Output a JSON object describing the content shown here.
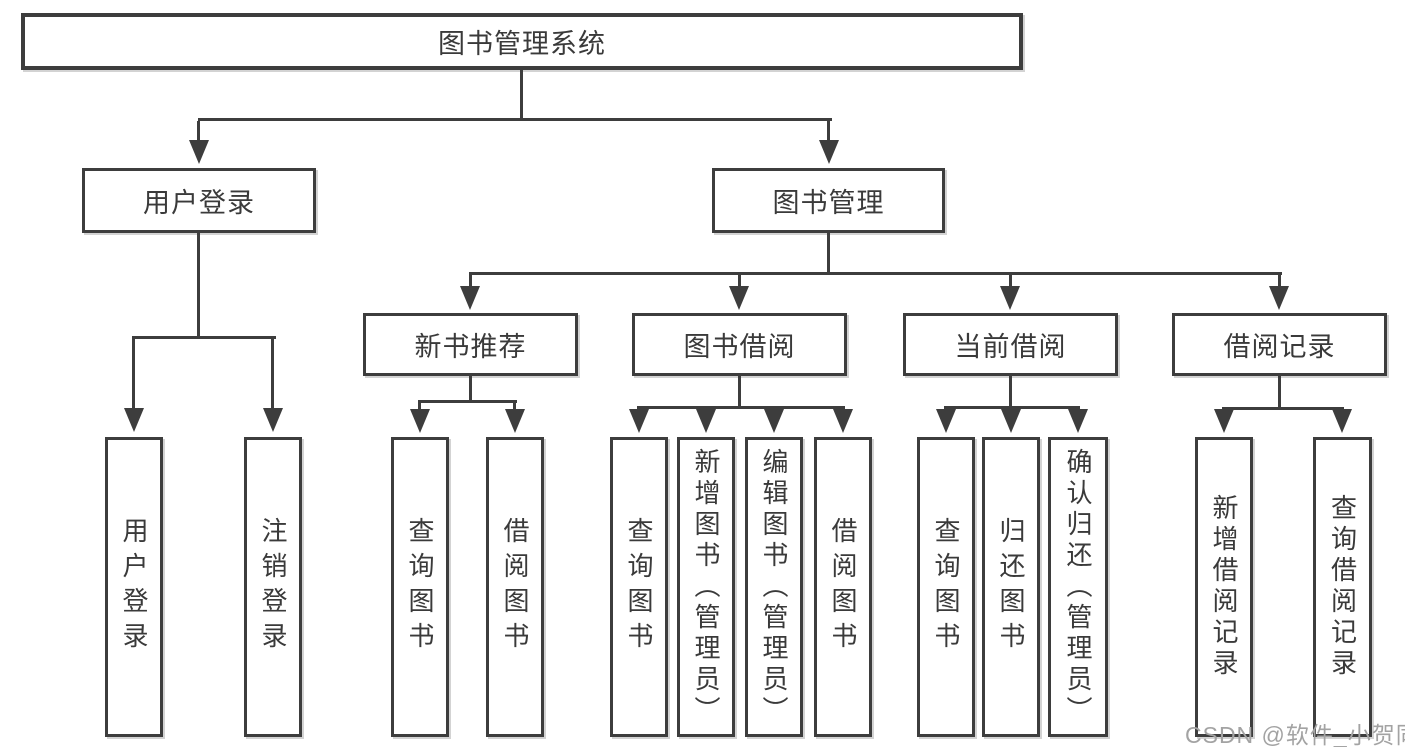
{
  "diagram_type": "functional-structure-tree",
  "tree": {
    "root": {
      "label": "图书管理系统",
      "children": [
        {
          "label": "用户登录",
          "children": [
            {
              "label": "用户登录"
            },
            {
              "label": "注销登录"
            }
          ]
        },
        {
          "label": "图书管理",
          "children": [
            {
              "label": "新书推荐",
              "children": [
                {
                  "label": "查询图书"
                },
                {
                  "label": "借阅图书"
                }
              ]
            },
            {
              "label": "图书借阅",
              "children": [
                {
                  "label": "查询图书"
                },
                {
                  "label": "新增图书（管理员）"
                },
                {
                  "label": "编辑图书（管理员）"
                },
                {
                  "label": "借阅图书"
                }
              ]
            },
            {
              "label": "当前借阅",
              "children": [
                {
                  "label": "查询图书"
                },
                {
                  "label": "归还图书"
                },
                {
                  "label": "确认归还（管理员）"
                }
              ]
            },
            {
              "label": "借阅记录",
              "children": [
                {
                  "label": "新增借阅记录"
                },
                {
                  "label": "查询借阅记录"
                }
              ]
            }
          ]
        }
      ]
    }
  },
  "watermark": {
    "text": "CSDN @软件_小贺同学"
  },
  "colors": {
    "line": "#3d3d3d",
    "text": "#3a3a3a",
    "background": "#ffffff",
    "watermark": "#a3a3a3"
  }
}
